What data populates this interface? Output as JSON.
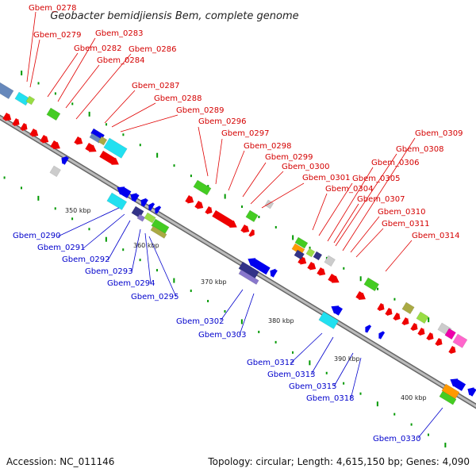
{
  "title": "Geobacter bemidjiensis Bem, complete genome",
  "footer": {
    "accession": "Accession: NC_011146",
    "summary": "Topology: circular; Length: 4,615,150 bp; Genes: 4,090"
  },
  "scale_labels": [
    "350 kbp",
    "360 kbp",
    "370 kbp",
    "380 kbp",
    "390 kbp",
    "400 kbp"
  ],
  "top_genes": [
    "Gbem_0278",
    "Gbem_0279",
    "Gbem_0282",
    "Gbem_0283",
    "Gbem_0284",
    "Gbem_0286",
    "Gbem_0287",
    "Gbem_0288",
    "Gbem_0289",
    "Gbem_0296",
    "Gbem_0297",
    "Gbem_0298",
    "Gbem_0299",
    "Gbem_0300",
    "Gbem_0301",
    "Gbem_0304",
    "Gbem_0305",
    "Gbem_0306",
    "Gbem_0307",
    "Gbem_0308",
    "Gbem_0309",
    "Gbem_0310",
    "Gbem_0311",
    "Gbem_0314"
  ],
  "bottom_genes": [
    "Gbem_0290",
    "Gbem_0291",
    "Gbem_0292",
    "Gbem_0293",
    "Gbem_0294",
    "Gbem_0295",
    "Gbem_0302",
    "Gbem_0303",
    "Gbem_0312",
    "Gbem_0313",
    "Gbem_0315",
    "Gbem_0318",
    "Gbem_0330"
  ],
  "colors": {
    "forward_strand": "#ee0000",
    "reverse_strand": "#0000ee",
    "backbone": "#888888",
    "cog_cyan": "#22e0f0",
    "cog_green": "#44cc22",
    "cog_lightgreen": "#99dd44",
    "cog_steel": "#6688bb",
    "cog_navy": "#333388",
    "cog_lavender": "#8877cc",
    "cog_orange": "#ff9900",
    "cog_grey": "#cccccc",
    "cog_magenta": "#ee00aa",
    "cog_pink": "#ff66cc",
    "cog_olive": "#aaaa44",
    "tick_green": "#009900"
  }
}
